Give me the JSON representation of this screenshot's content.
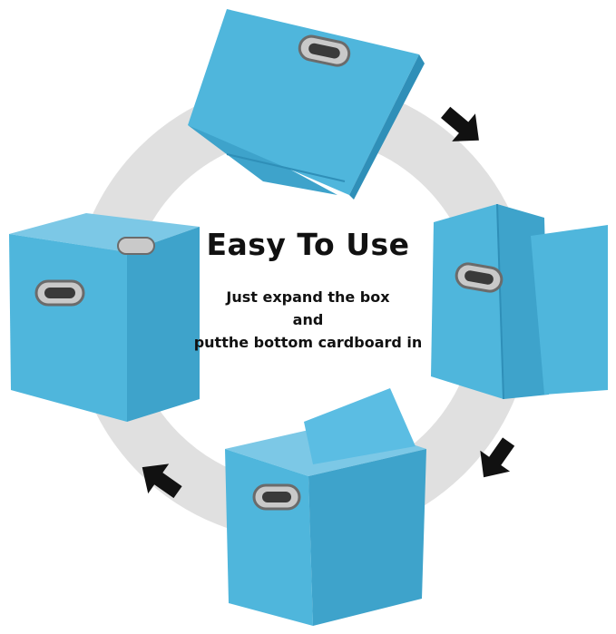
{
  "heading": "Easy To Use",
  "instructions": [
    "Just expand the box",
    "and",
    "putthe bottom cardboard in"
  ],
  "colors": {
    "ring": "#e0e0e0",
    "box_face": "#4fb6dc",
    "box_side": "#3ea3cb",
    "box_dark": "#2f8fb8",
    "arrow": "#111111"
  },
  "illustrations": [
    {
      "name": "folded-box",
      "step": 1
    },
    {
      "name": "unfolding-box",
      "step": 2
    },
    {
      "name": "box-with-bottom-cardboard",
      "step": 3
    },
    {
      "name": "assembled-box",
      "step": 4
    }
  ]
}
